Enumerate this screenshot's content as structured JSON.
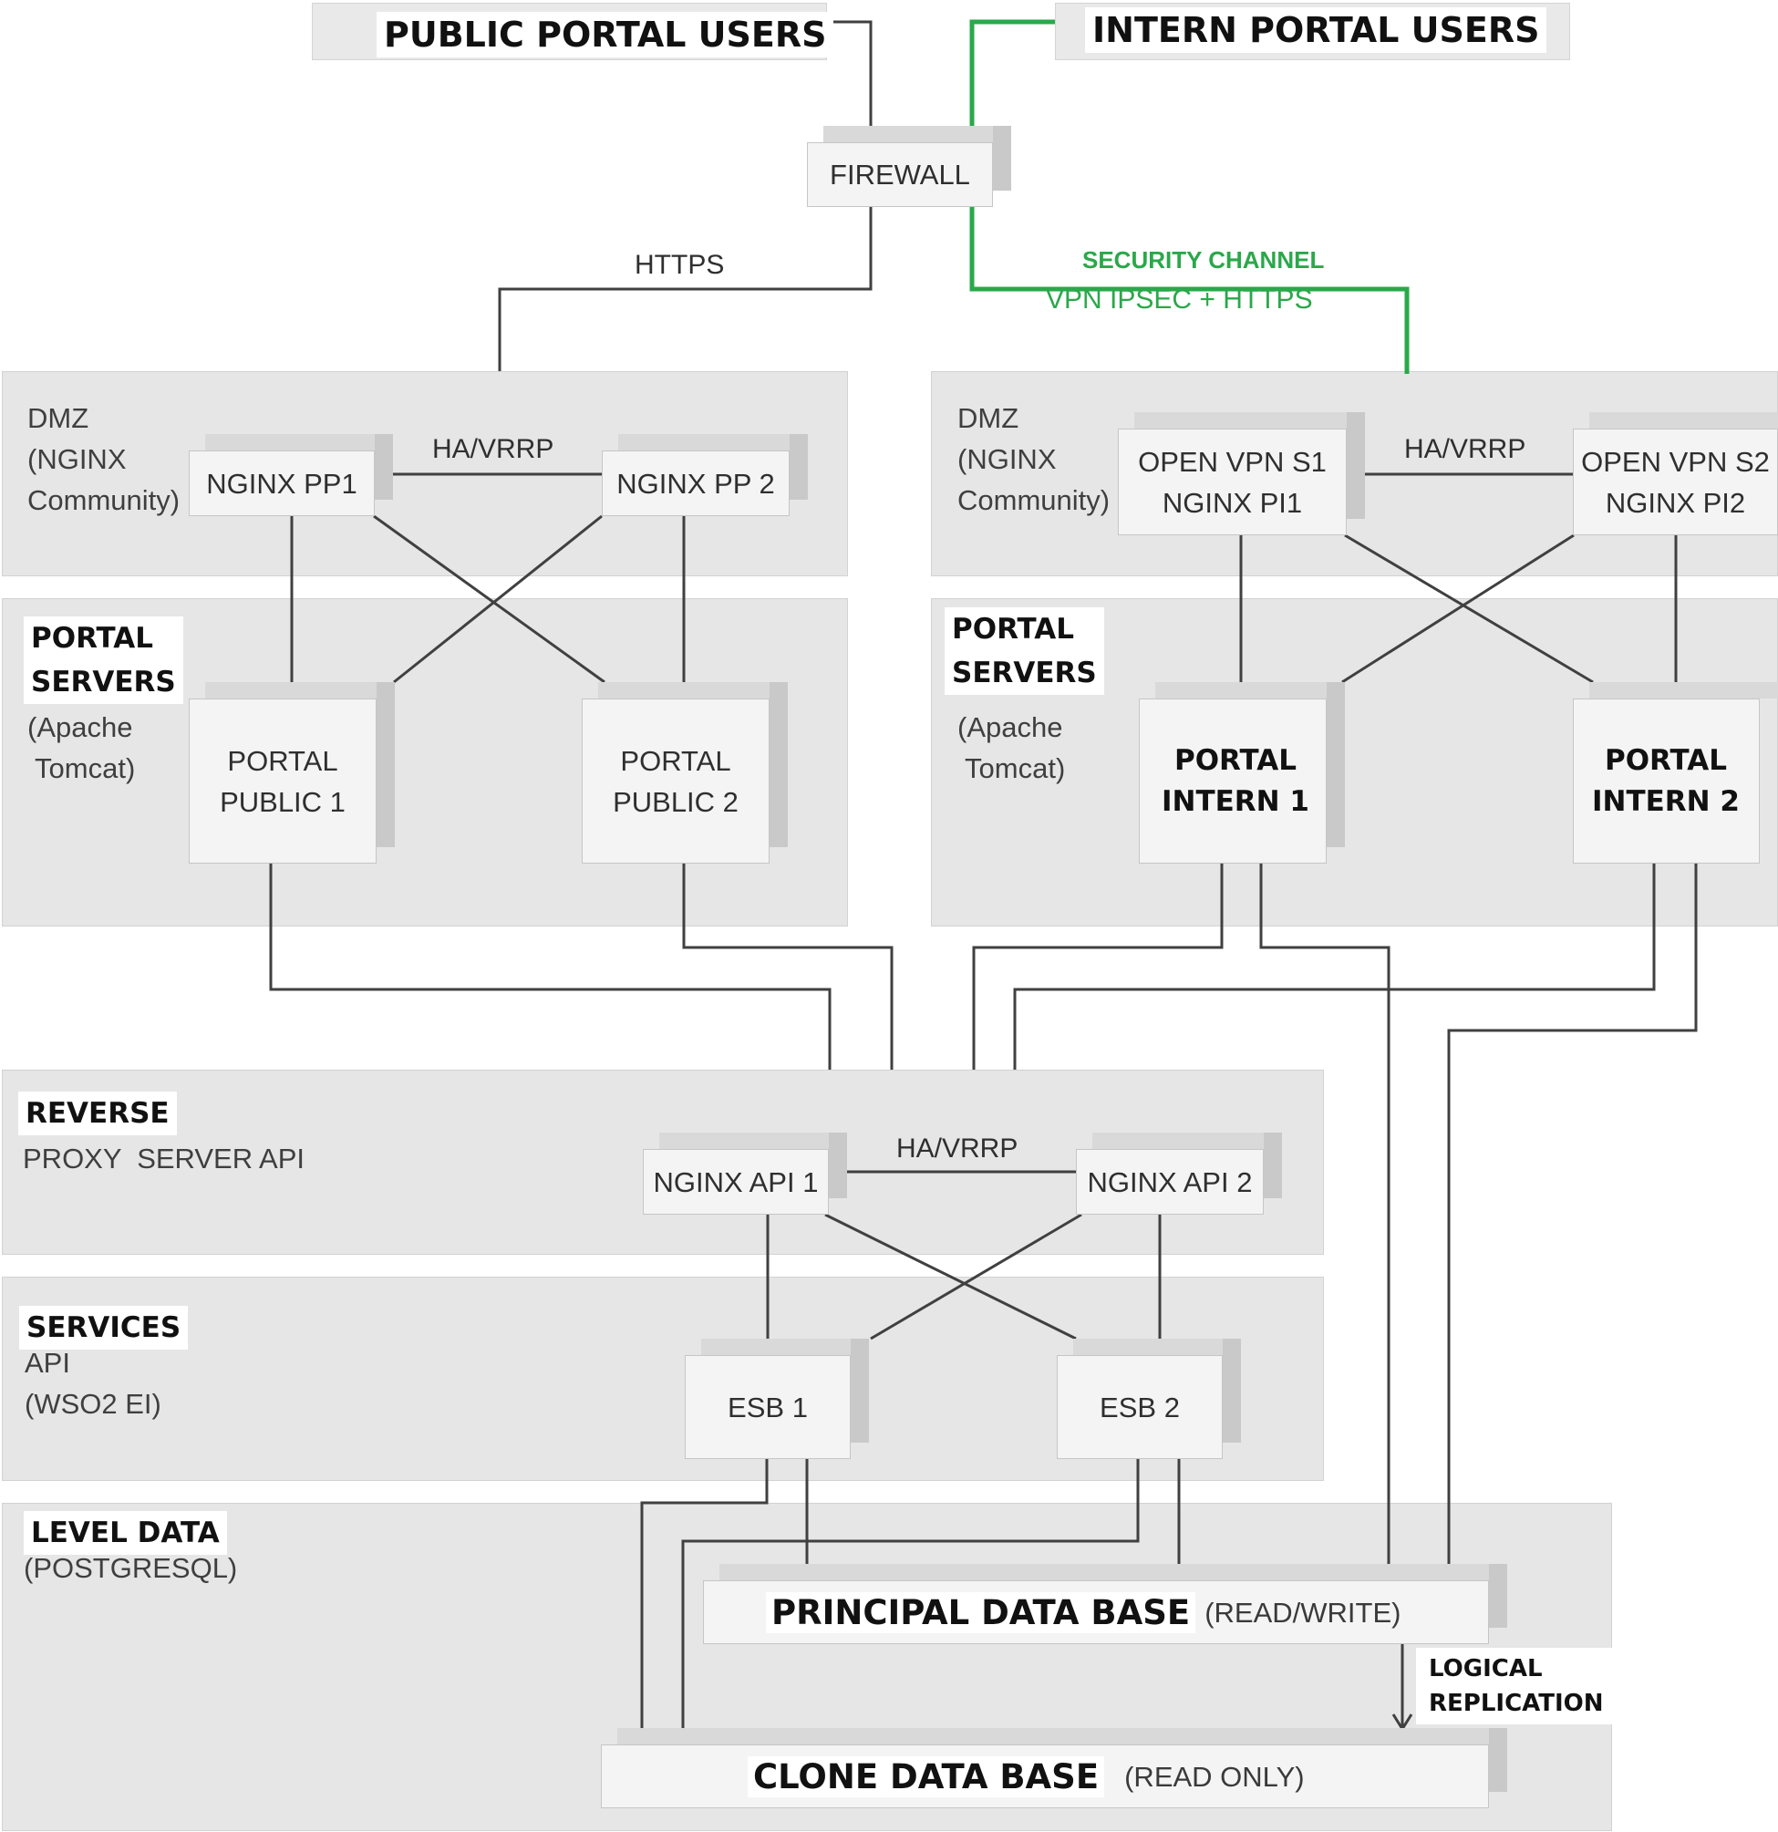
{
  "users": {
    "public": "PUBLIC PORTAL USERS",
    "intern": "INTERN PORTAL USERS"
  },
  "firewall": "FIREWALL",
  "links": {
    "https": "HTTPS",
    "security_channel": "SECURITY CHANNEL",
    "vpn": "VPN IPSEC + HTTPS",
    "ha_vrrp": "HA/VRRP",
    "logical_replication": "LOGICAL\nREPLICATION"
  },
  "zones": {
    "dmz_public": "DMZ\n(NGINX\nCommunity)",
    "dmz_intern": "DMZ\n(NGINX\nCommunity)",
    "portal_servers_public": {
      "title": "PORTAL\nSERVERS",
      "sub": "(Apache\n Tomcat)"
    },
    "portal_servers_intern": {
      "title": "PORTAL\nSERVERS",
      "sub": "(Apache\n Tomcat)"
    },
    "reverse": {
      "title": "REVERSE",
      "sub": "PROXY  SERVER API"
    },
    "services": {
      "title": "SERVICES",
      "sub": "API\n(WSO2 EI)"
    },
    "level_data": {
      "title": "LEVEL DATA",
      "sub": "(POSTGRESQL)"
    }
  },
  "nodes": {
    "nginx_pp1": "NGINX PP1",
    "nginx_pp2": "NGINX PP 2",
    "vpn_s1": "OPEN VPN S1\nNGINX PI1",
    "vpn_s2": "OPEN VPN S2\nNGINX PI2",
    "portal_public_1": "PORTAL\nPUBLIC 1",
    "portal_public_2": "PORTAL\nPUBLIC 2",
    "portal_intern_1": "PORTAL\nINTERN 1",
    "portal_intern_2": "PORTAL\nINTERN 2",
    "nginx_api_1": "NGINX API 1",
    "nginx_api_2": "NGINX API 2",
    "esb_1": "ESB 1",
    "esb_2": "ESB 2"
  },
  "databases": {
    "principal": {
      "name": "PRINCIPAL DATA BASE",
      "mode": "(READ/WRITE)"
    },
    "clone": {
      "name": "CLONE DATA BASE",
      "mode": "(READ ONLY)"
    }
  },
  "colors": {
    "secure_channel": "#2aa84a",
    "zone_fill": "#e6e6e6",
    "wire": "#404040"
  }
}
